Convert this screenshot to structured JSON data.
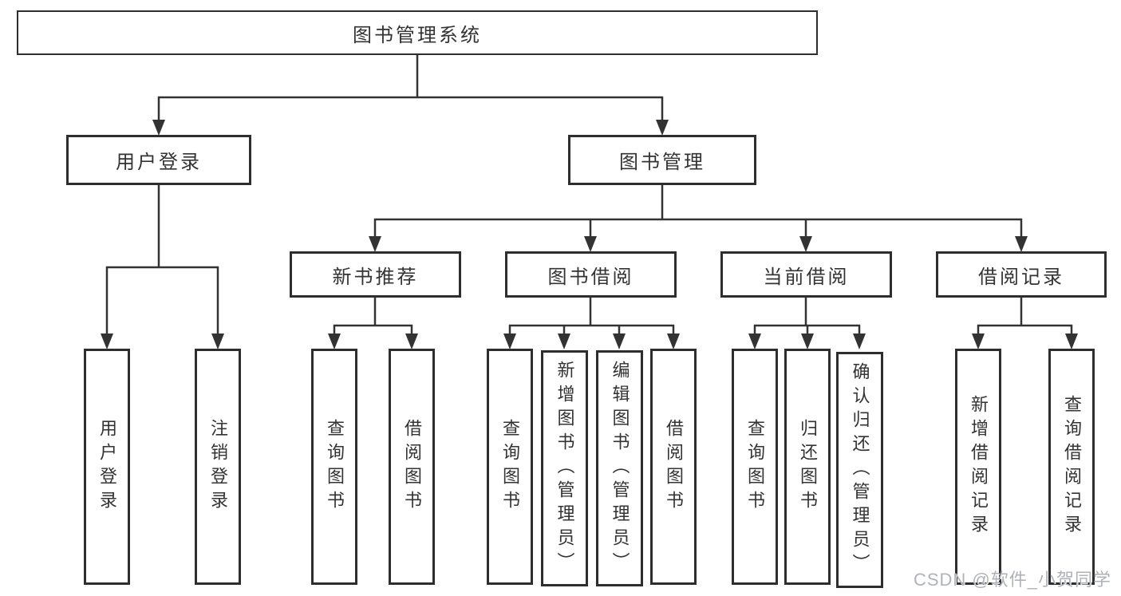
{
  "diagram": {
    "root": {
      "label": "图书管理系统"
    },
    "level2": [
      {
        "label": "用户登录",
        "children": [
          {
            "label": "用户登录"
          },
          {
            "label": "注销登录"
          }
        ]
      },
      {
        "label": "图书管理",
        "children": [
          {
            "label": "新书推荐",
            "children": [
              {
                "label": "查询图书"
              },
              {
                "label": "借阅图书"
              }
            ]
          },
          {
            "label": "图书借阅",
            "children": [
              {
                "label": "查询图书"
              },
              {
                "label": "新增图书（管理员）"
              },
              {
                "label": "编辑图书（管理员）"
              },
              {
                "label": "借阅图书"
              }
            ]
          },
          {
            "label": "当前借阅",
            "children": [
              {
                "label": "查询图书"
              },
              {
                "label": "归还图书"
              },
              {
                "label": "确认归还（管理员）"
              }
            ]
          },
          {
            "label": "借阅记录",
            "children": [
              {
                "label": "新增借阅记录"
              },
              {
                "label": "查询借阅记录"
              }
            ]
          }
        ]
      }
    ]
  },
  "watermark": {
    "text": "CSDN @软件_小贺同学"
  },
  "colors": {
    "line": "#333333",
    "box_border": "#2e2e2e",
    "text": "#333333",
    "watermark": "#afb2b8",
    "background": "#ffffff"
  }
}
